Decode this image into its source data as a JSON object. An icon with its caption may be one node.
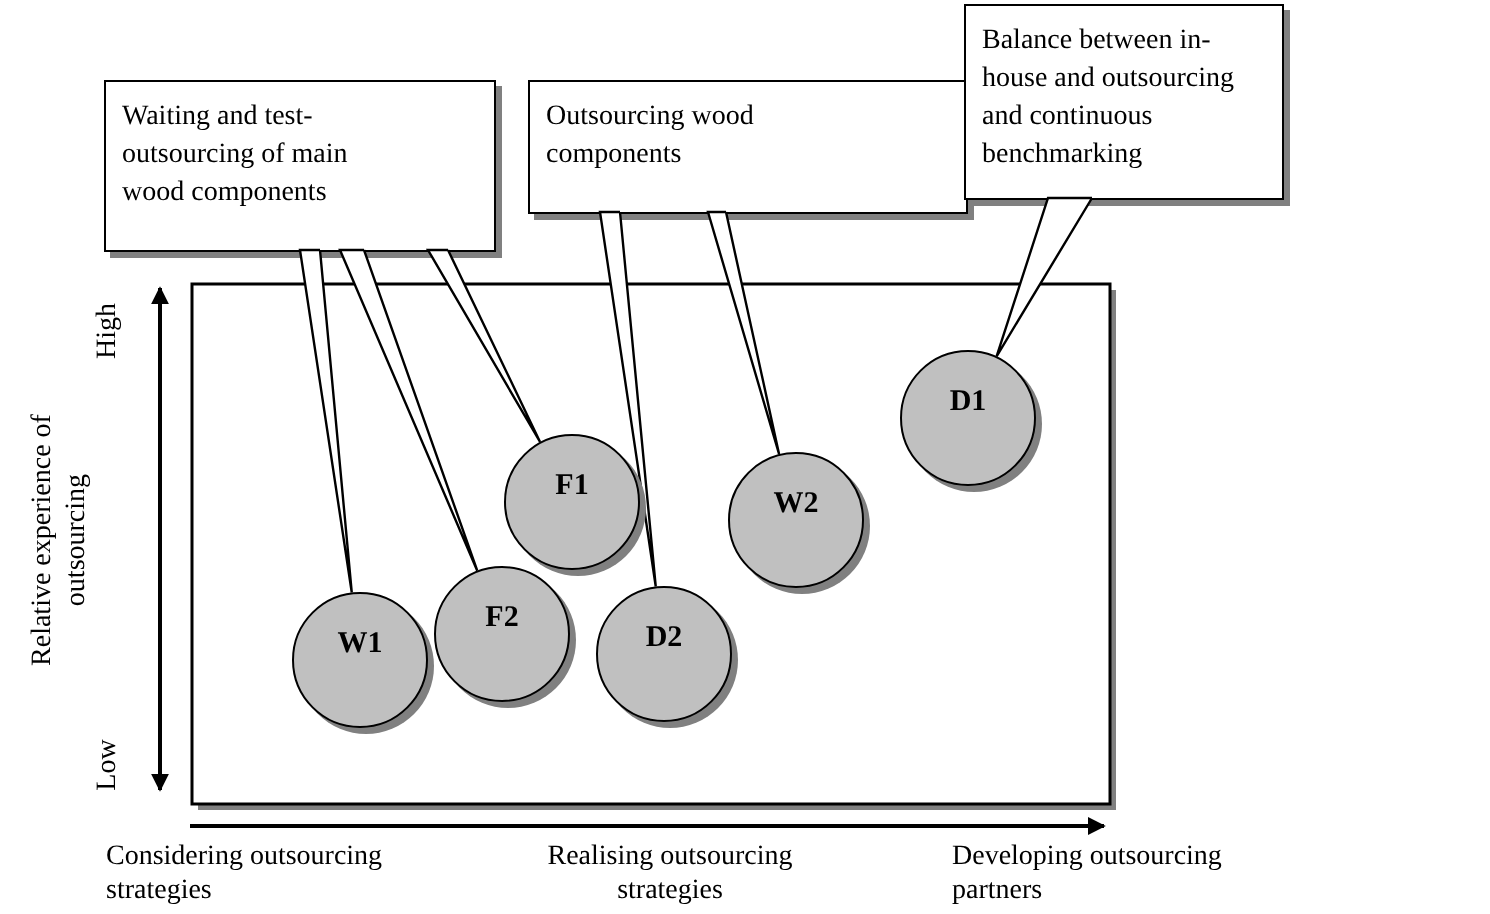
{
  "diagram": {
    "nodes": [
      {
        "text": [
          "Waiting and test-outsourcing of main wood components"
        ]
      },
      {
        "text": [
          "Outsourcing wood components"
        ]
      },
      {
        "text": [
          "Balance between in-house and outsourcing and continuous benchmarking"
        ]
      },
      {
        "text": [
          "F1"
        ]
      },
      {
        "text": [
          "F2"
        ]
      },
      {
        "text": [
          "W1"
        ]
      },
      {
        "text": [
          "D2"
        ]
      },
      {
        "text": [
          "W2"
        ]
      },
      {
        "text": [
          "D1"
        ]
      }
    ],
    "edges": [
      {
        "from": 0,
        "to": 5,
        "arrow": "none"
      },
      {
        "from": 0,
        "to": 4,
        "arrow": "none"
      },
      {
        "from": 0,
        "to": 3,
        "arrow": "none"
      },
      {
        "from": 1,
        "to": 6,
        "arrow": "none"
      },
      {
        "from": 1,
        "to": 7,
        "arrow": "none"
      },
      {
        "from": 2,
        "to": 8,
        "arrow": "none"
      }
    ],
    "labels": [
      "High",
      "Relative experience of outsourcing",
      "Low",
      "Considering outsourcing strategies",
      "Realising outsourcing strategies",
      "Developing outsourcing partners"
    ]
  }
}
